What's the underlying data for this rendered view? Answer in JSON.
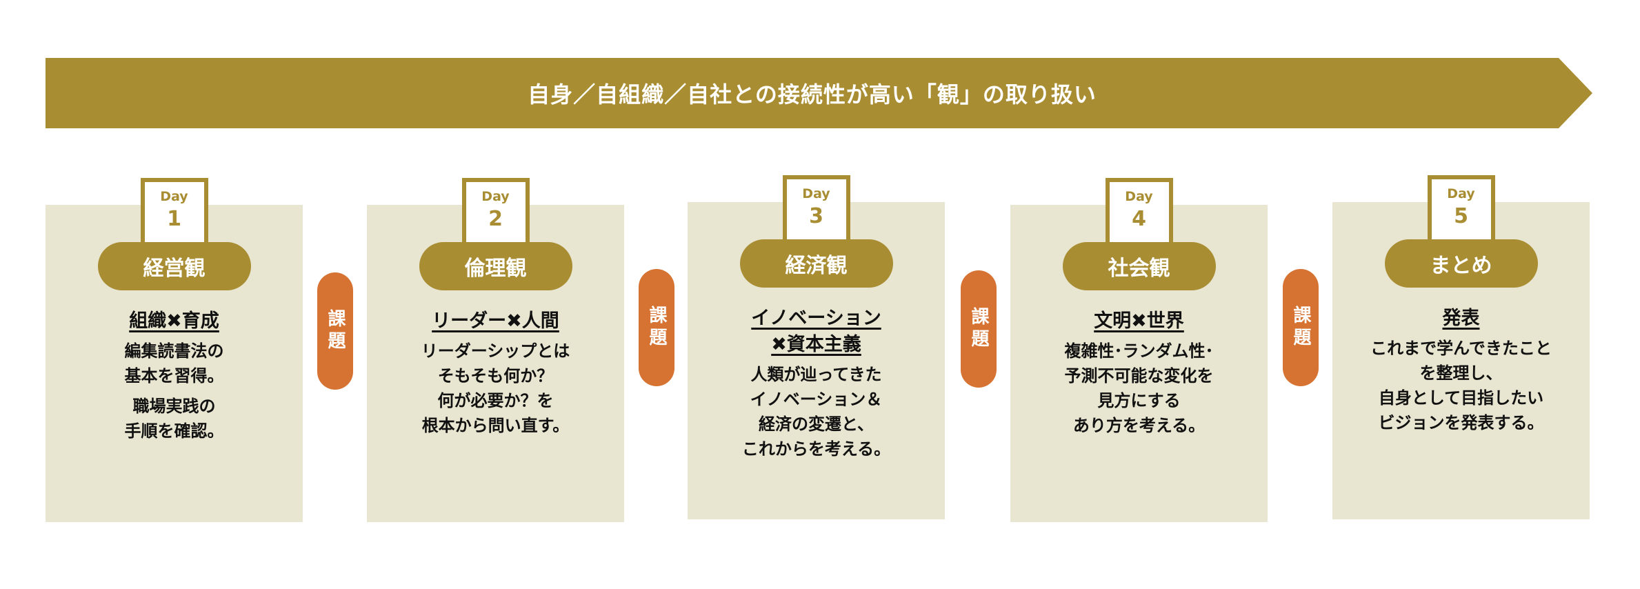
{
  "banner": {
    "title": "自身／自組織／自社との接続性が高い「観」の取り扱い"
  },
  "day_label": "Day",
  "kadai_label": "課題",
  "days": [
    {
      "number": "1",
      "theme": "経営観",
      "heading": [
        "組織✖育成"
      ],
      "body": [
        "編集読書法の\n基本を習得。",
        "職場実践の\n手順を確認。"
      ]
    },
    {
      "number": "2",
      "theme": "倫理観",
      "heading": [
        "リーダー✖人間"
      ],
      "body": [
        "リーダーシップとは\nそもそも何か？\n何が必要か？を\n根本から問い直す。"
      ]
    },
    {
      "number": "3",
      "theme": "経済観",
      "heading": [
        "イノベーション",
        "✖資本主義"
      ],
      "body": [
        "人類が辿ってきた\nイノベーション＆\n経済の変遷と、\nこれからを考える。"
      ]
    },
    {
      "number": "4",
      "theme": "社会観",
      "heading": [
        "文明✖世界"
      ],
      "body": [
        "複雑性･ランダム性･\n予測不可能な変化を\n見方にする\nあり方を考える。"
      ]
    },
    {
      "number": "5",
      "theme": "まとめ",
      "heading": [
        "発表"
      ],
      "body": [
        "これまで学んできたこと\nを整理し、\n自身として目指したい\nビジョンを発表する。"
      ]
    }
  ],
  "colors": {
    "gold": "#A98D32",
    "beige": "#E8E6D1",
    "orange": "#D67332"
  }
}
